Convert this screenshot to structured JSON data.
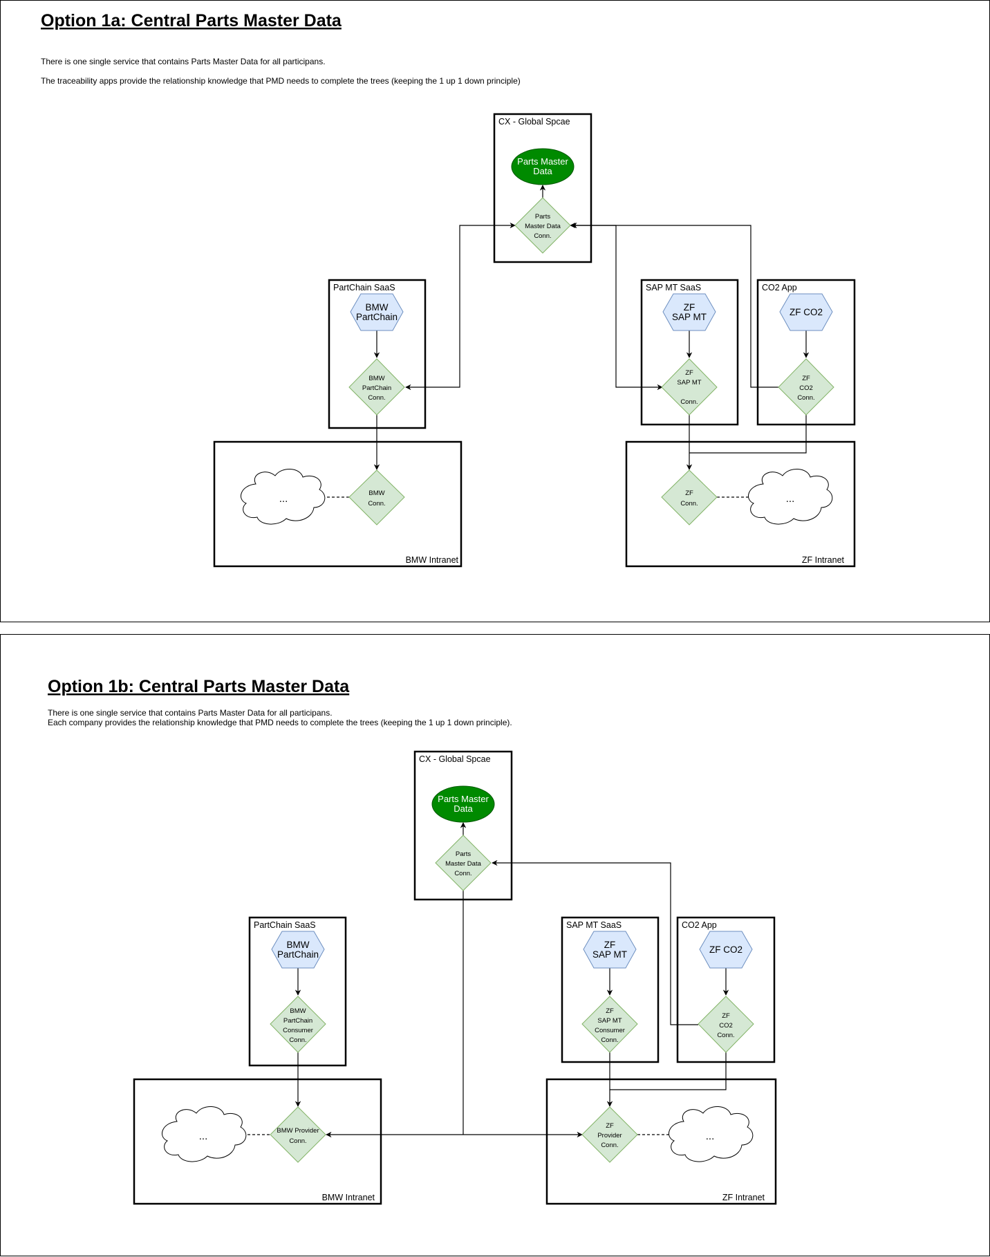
{
  "option_a": {
    "title": "Option 1a: Central Parts Master Data",
    "desc_line1": "There is one single service that contains Parts Master Data for all participans.",
    "desc_line2": "The traceability apps provide the relationship knowledge that PMD needs to complete the trees (keeping the 1 up 1 down principle)",
    "cx_label": "CX - Global Spcae",
    "pmd_l1": "Parts Master",
    "pmd_l2": "Data",
    "pmd_conn_l1": "Parts",
    "pmd_conn_l2": "Master Data",
    "pmd_conn_l3": "Conn.",
    "partchain_label": "PartChain SaaS",
    "bmw_pc_l1": "BMW",
    "bmw_pc_l2": "PartChain",
    "bmw_pc_conn_l1": "BMW",
    "bmw_pc_conn_l2": "PartChain",
    "bmw_pc_conn_l3": "Conn.",
    "sapmt_label": "SAP MT SaaS",
    "zf_sapmt_l1": "ZF",
    "zf_sapmt_l2": "SAP MT",
    "zf_sapmt_conn_l1": "ZF",
    "zf_sapmt_conn_l2": "SAP MT",
    "zf_sapmt_conn_l3": "Conn.",
    "co2_label": "CO2 App",
    "zf_co2": "ZF CO2",
    "zf_co2_conn_l1": "ZF",
    "zf_co2_conn_l2": "CO2",
    "zf_co2_conn_l3": "Conn.",
    "bmw_intranet_label": "BMW Intranet",
    "bmw_conn_l1": "BMW",
    "bmw_conn_l2": "Conn.",
    "bmw_cloud": "...",
    "zf_intranet_label": "ZF Intranet",
    "zf_conn_l1": "ZF",
    "zf_conn_l2": "Conn.",
    "zf_cloud": "..."
  },
  "option_b": {
    "title": "Option 1b: Central Parts Master Data",
    "desc_line1": "There is one single service that contains Parts Master Data for all participans.",
    "desc_line2": "Each company provides the relationship knowledge that PMD needs to complete the trees (keeping the 1 up 1 down principle).",
    "cx_label": "CX - Global Spcae",
    "pmd_l1": "Parts Master",
    "pmd_l2": "Data",
    "pmd_conn_l1": "Parts",
    "pmd_conn_l2": "Master Data",
    "pmd_conn_l3": "Conn.",
    "partchain_label": "PartChain SaaS",
    "bmw_pc_l1": "BMW",
    "bmw_pc_l2": "PartChain",
    "bmw_pc_conn_l1": "BMW",
    "bmw_pc_conn_l2": "PartChain",
    "bmw_pc_conn_l3": "Consumer",
    "bmw_pc_conn_l4": "Conn.",
    "sapmt_label": "SAP MT SaaS",
    "zf_sapmt_l1": "ZF",
    "zf_sapmt_l2": "SAP MT",
    "zf_sapmt_conn_l1": "ZF",
    "zf_sapmt_conn_l2": "SAP MT",
    "zf_sapmt_conn_l3": "Consumer",
    "zf_sapmt_conn_l4": "Conn.",
    "co2_label": "CO2 App",
    "zf_co2": "ZF CO2",
    "zf_co2_conn_l1": "ZF",
    "zf_co2_conn_l2": "CO2",
    "zf_co2_conn_l3": "Conn.",
    "bmw_intranet_label": "BMW Intranet",
    "bmw_conn_l1": "BMW Provider",
    "bmw_conn_l2": "Conn.",
    "bmw_cloud": "...",
    "zf_intranet_label": "ZF Intranet",
    "zf_conn_l1": "ZF",
    "zf_conn_l2": "Provider",
    "zf_conn_l3": "Conn.",
    "zf_cloud": "..."
  }
}
